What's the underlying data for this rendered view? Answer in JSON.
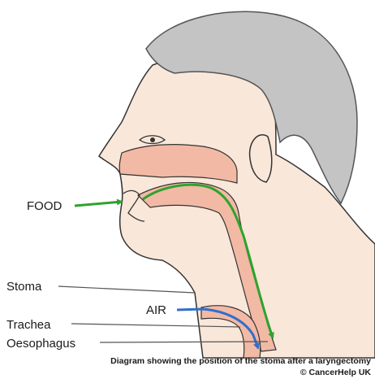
{
  "labels": {
    "food": "FOOD",
    "stoma": "Stoma",
    "air": "AIR",
    "trachea": "Trachea",
    "oesophagus": "Oesophagus"
  },
  "caption": {
    "line1": "Diagram showing the position of the stoma after a laryngectomy",
    "line2": "© CancerHelp UK"
  },
  "colors": {
    "skin": "#f9e7d9",
    "hair": "#c4c4c4",
    "airway_pink": "#f2b9a5",
    "outline": "#333333",
    "food_arrow": "#2ea32e",
    "air_arrow": "#2f6fcc",
    "leader_line": "#555555"
  }
}
